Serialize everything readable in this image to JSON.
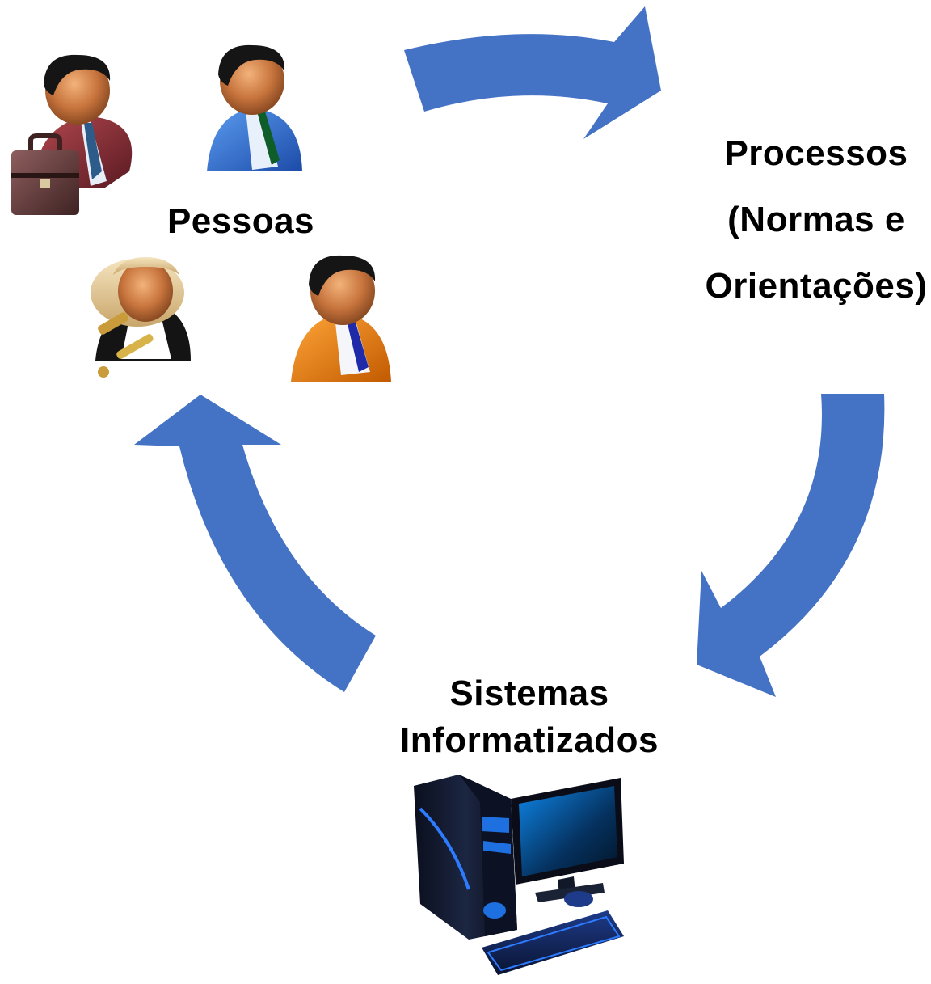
{
  "diagram": {
    "accent_color": "#4472C4",
    "nodes": {
      "pessoas": {
        "label": "Pessoas",
        "icons": [
          "businessman-with-briefcase-icon",
          "businessman-green-tie-icon",
          "judge-with-gavel-icon",
          "businessman-orange-suit-icon"
        ]
      },
      "processos": {
        "line1": "Processos",
        "line2": "(Normas e",
        "line3": "Orientações)"
      },
      "sistemas": {
        "line1": "Sistemas",
        "line2": "Informatizados",
        "icons": [
          "desktop-computer-icon"
        ]
      }
    },
    "arrows": [
      "pessoas-to-processos",
      "processos-to-sistemas",
      "sistemas-to-pessoas"
    ]
  }
}
